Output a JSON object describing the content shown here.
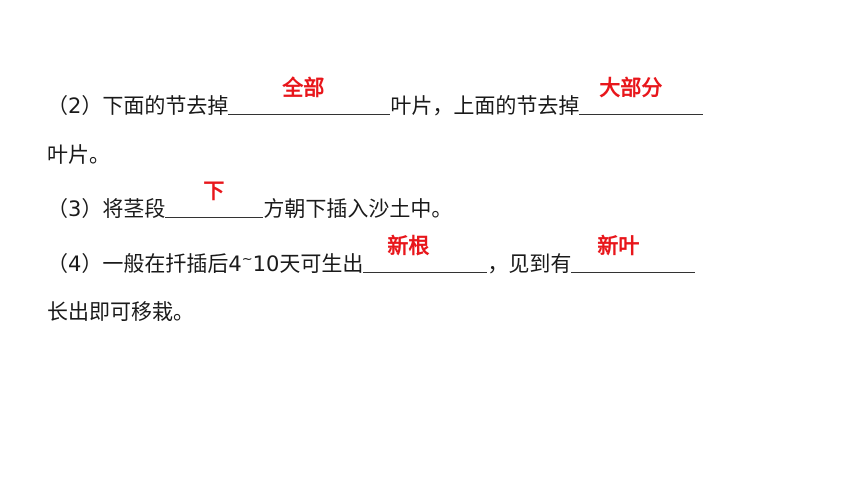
{
  "q2": {
    "part1": "（2）下面的节去掉",
    "answer1": "全部",
    "part2": "叶片，上面的节去掉",
    "answer2": "大部分",
    "part3": "叶片。"
  },
  "q3": {
    "part1": "（3）将茎段",
    "answer": "下",
    "part2": "方朝下插入沙土中。"
  },
  "q4": {
    "part1": "（4）一般在扦插后4",
    "tilde": "~",
    "part2": "10天可生出",
    "answer1": "新根",
    "part3": "，见到有",
    "answer2": "新叶",
    "part4": "长出即可移栽。"
  }
}
